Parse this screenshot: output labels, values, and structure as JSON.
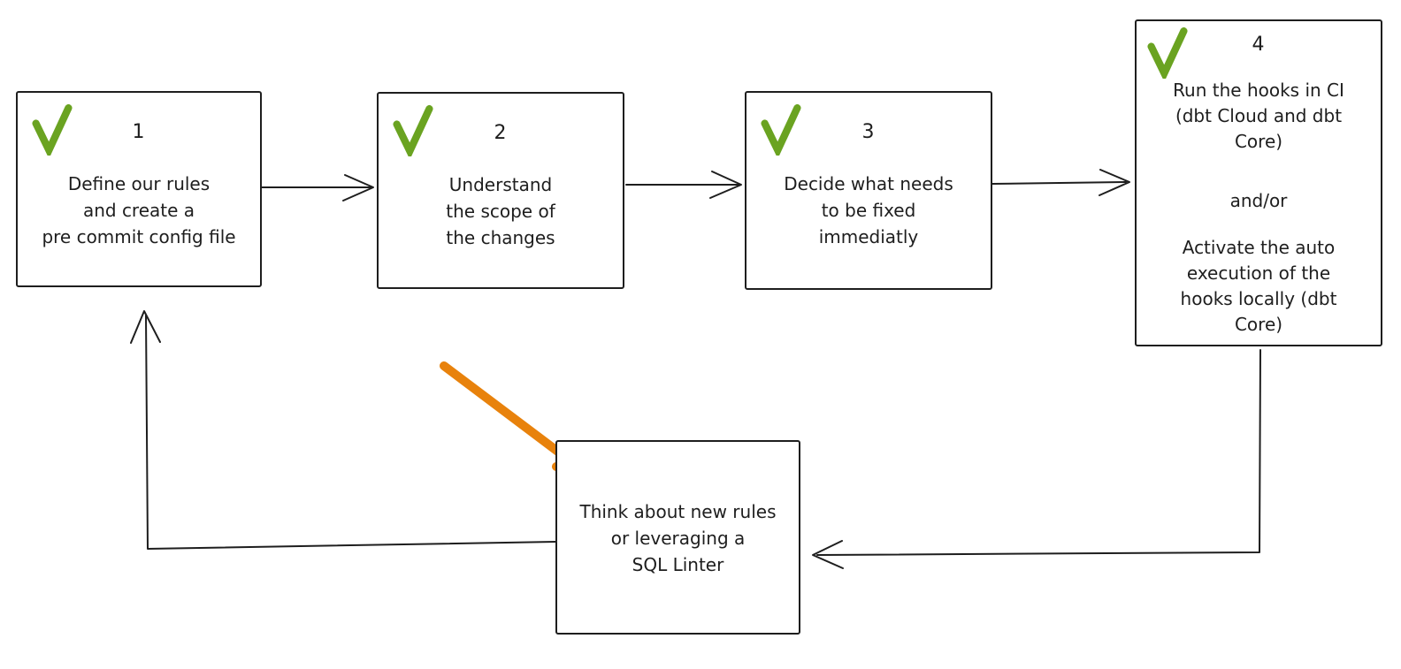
{
  "colors": {
    "ink": "#1e1e1e",
    "check_green": "#6aa321",
    "emphasis_orange": "#e8820c",
    "background": "#ffffff"
  },
  "icons": {
    "check": "check-icon",
    "emphasis_arrow": "arrow-down-right-icon"
  },
  "steps": [
    {
      "number": "1",
      "checked": true,
      "body": "Define our rules\nand create a\npre commit config file"
    },
    {
      "number": "2",
      "checked": true,
      "body": "Understand\nthe scope of\nthe changes"
    },
    {
      "number": "3",
      "checked": true,
      "body": "Decide what needs\nto be fixed\nimmediatly"
    },
    {
      "number": "4",
      "checked": true,
      "body_top": "Run the hooks in CI\n(dbt Cloud and dbt\nCore)",
      "connector": "and/or",
      "body_bottom": "Activate the auto\nexecution of the\nhooks locally (dbt\nCore)"
    }
  ],
  "loop_box": {
    "body": "Think about new rules\nor leveraging a\nSQL Linter"
  }
}
